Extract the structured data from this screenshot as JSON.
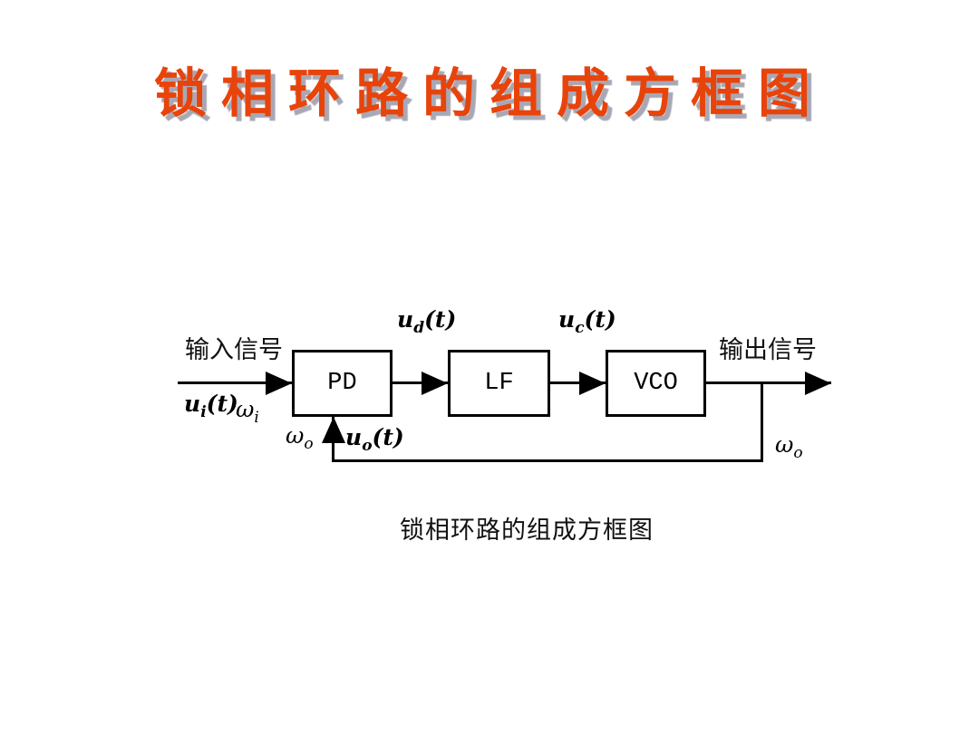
{
  "slide": {
    "background": "#ffffff"
  },
  "title": {
    "text": "锁相环路的组成方框图",
    "color": "#e8430a",
    "shadow_color": "#a8a8b4"
  },
  "diagram": {
    "line_color": "#000000",
    "input_label": "输入信号",
    "output_label": "输出信号",
    "blocks": [
      {
        "id": "pd",
        "label": "PD"
      },
      {
        "id": "lf",
        "label": "LF"
      },
      {
        "id": "vco",
        "label": "VCO"
      }
    ],
    "signals": {
      "ui": {
        "main": "u",
        "sub": "i",
        "tail": "(t)"
      },
      "ud": {
        "main": "u",
        "sub": "d",
        "tail": "(t)"
      },
      "uc": {
        "main": "u",
        "sub": "c",
        "tail": "(t)"
      },
      "uo": {
        "main": "u",
        "sub": "o",
        "tail": "(t)"
      },
      "omega_i": {
        "main": "ω",
        "sub": "i"
      },
      "omega_o_fb": {
        "main": "ω",
        "sub": "o"
      },
      "omega_o_out": {
        "main": "ω",
        "sub": "o"
      }
    }
  },
  "caption": "锁相环路的组成方框图"
}
